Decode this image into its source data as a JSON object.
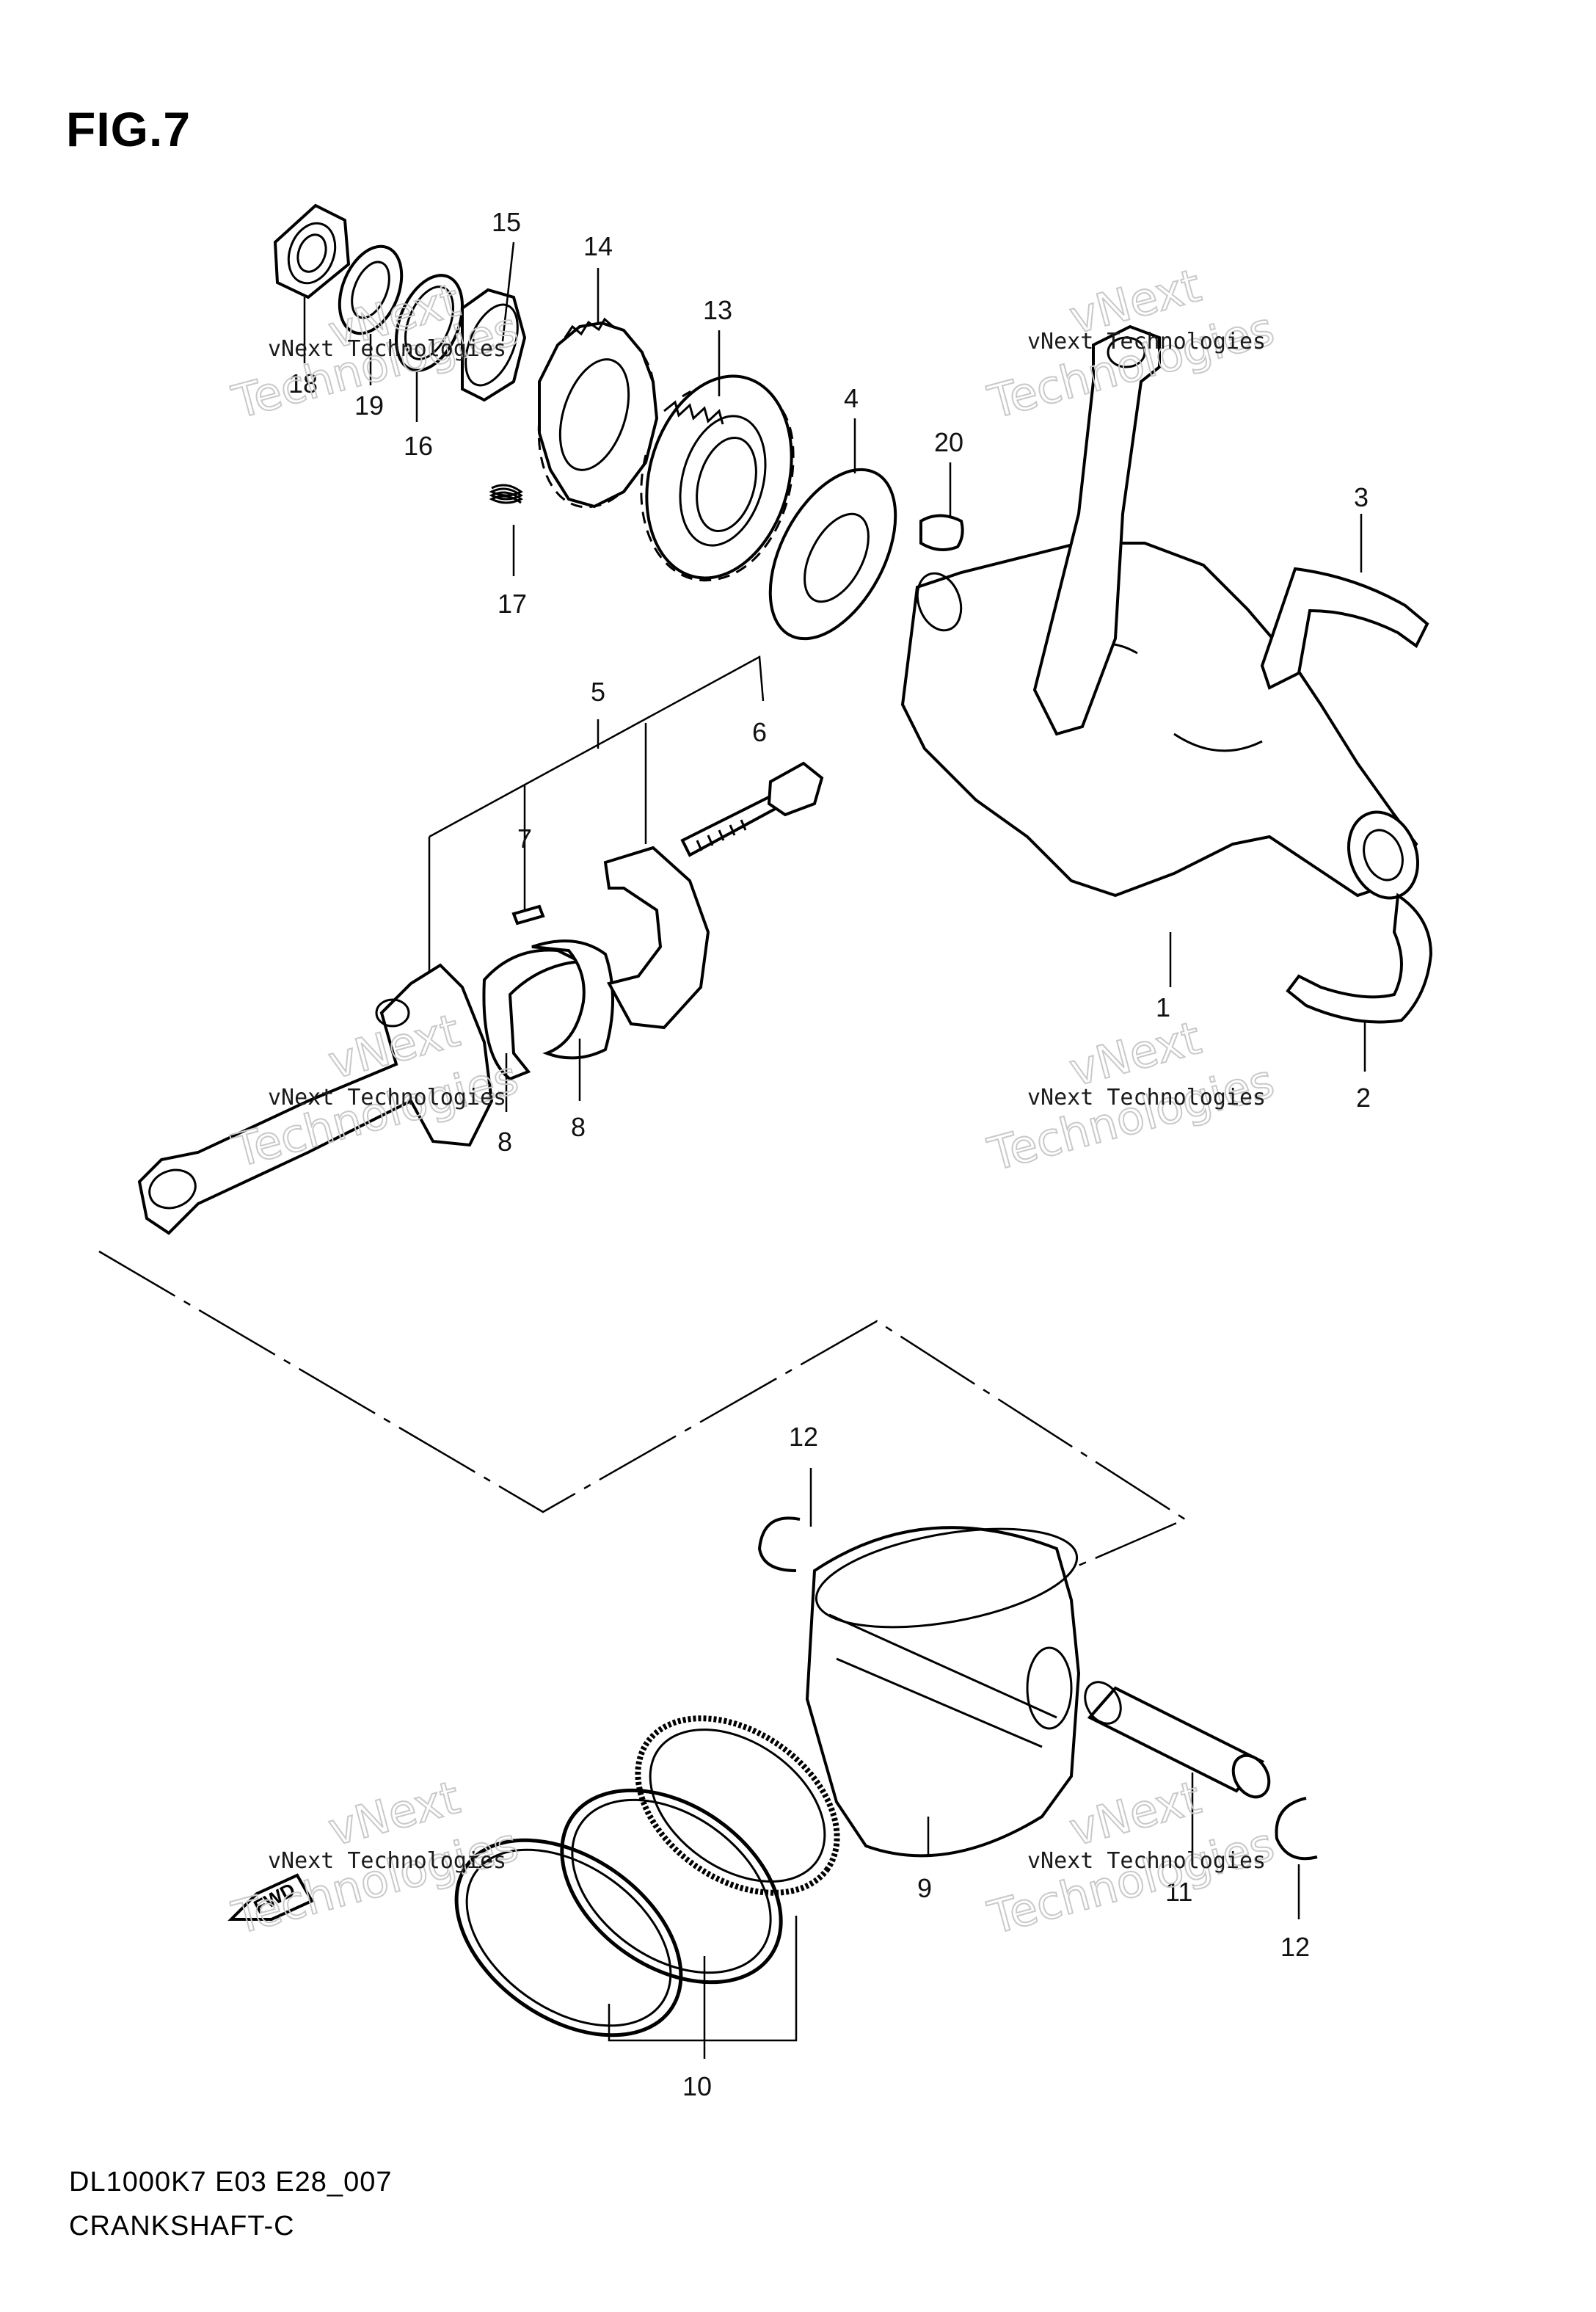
{
  "figure": {
    "title": "FIG.7",
    "code": "DL1000K7 E03 E28_007",
    "name": "CRANKSHAFT-C"
  },
  "callouts": [
    "1",
    "2",
    "3",
    "5",
    "6",
    "7",
    "8",
    "8",
    "9",
    "10",
    "11",
    "12",
    "12",
    "13",
    "14",
    "15",
    "16",
    "17",
    "18",
    "19",
    "20",
    "4"
  ],
  "watermark": {
    "line1": "vNext Technologies",
    "brand_top": "vNext",
    "brand_bottom": "Technologies"
  },
  "fwd_label": "FWD"
}
